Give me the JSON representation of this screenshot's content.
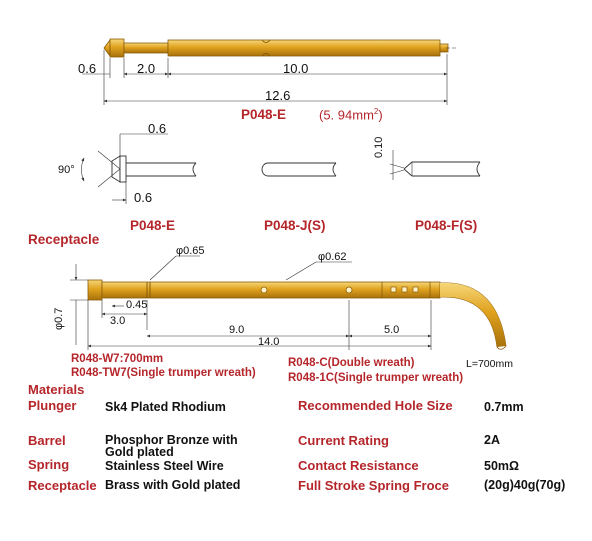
{
  "probe_top": {
    "dims": {
      "tip": "0.6",
      "head": "2.0",
      "shaft": "10.0",
      "total": "12.6"
    },
    "caption_code": "P048-E",
    "caption_size": "(5. 94mm",
    "caption_sup": "2",
    "caption_close": ")"
  },
  "tips": {
    "e": {
      "label": "P048-E",
      "angle": "90°",
      "dim_top": "0.6",
      "dim_bottom": "0.6"
    },
    "j": {
      "label": "P048-J(S)"
    },
    "f": {
      "label": "P048-F(S)",
      "dim": "0.10"
    }
  },
  "receptacle": {
    "title": "Receptacle",
    "dims": {
      "d065": "φ0.65",
      "d062": "φ0.62",
      "d07": "φ0.7",
      "d045": "0.45",
      "d30": "3.0",
      "d90": "9.0",
      "d50": "5.0",
      "d140": "14.0"
    },
    "variants": {
      "w7": "R048-W7:700mm",
      "tw7": "R048-TW7(Single trumper wreath)",
      "c": "R048-C(Double wreath)",
      "c1": "R048-1C(Single  trumper  wreath)",
      "length": "L=700mm"
    }
  },
  "specs": {
    "title": "Materials",
    "rows": [
      {
        "key": "Plunger",
        "value": "Sk4  Plated  Rhodium"
      },
      {
        "key": "Barrel",
        "value": "Phosphor Bronze with",
        "value2": "Gold plated"
      },
      {
        "key": "Spring",
        "value": "Stainless  Steel  Wire"
      },
      {
        "key": "Receptacle",
        "value": "Brass with  Gold plated"
      }
    ],
    "right": [
      {
        "key": "Recommended Hole Size",
        "value": "0.7mm"
      },
      {
        "key": "Current Rating",
        "value": "2A"
      },
      {
        "key": "Contact Resistance",
        "value": "50mΩ"
      },
      {
        "key": "Full Stroke Spring Froce",
        "value": "(20g)40g(70g)"
      }
    ]
  },
  "colors": {
    "gold": "#e0a21e",
    "gold_dark": "#a8720c",
    "red": "#b5262b",
    "line": "#333333"
  }
}
